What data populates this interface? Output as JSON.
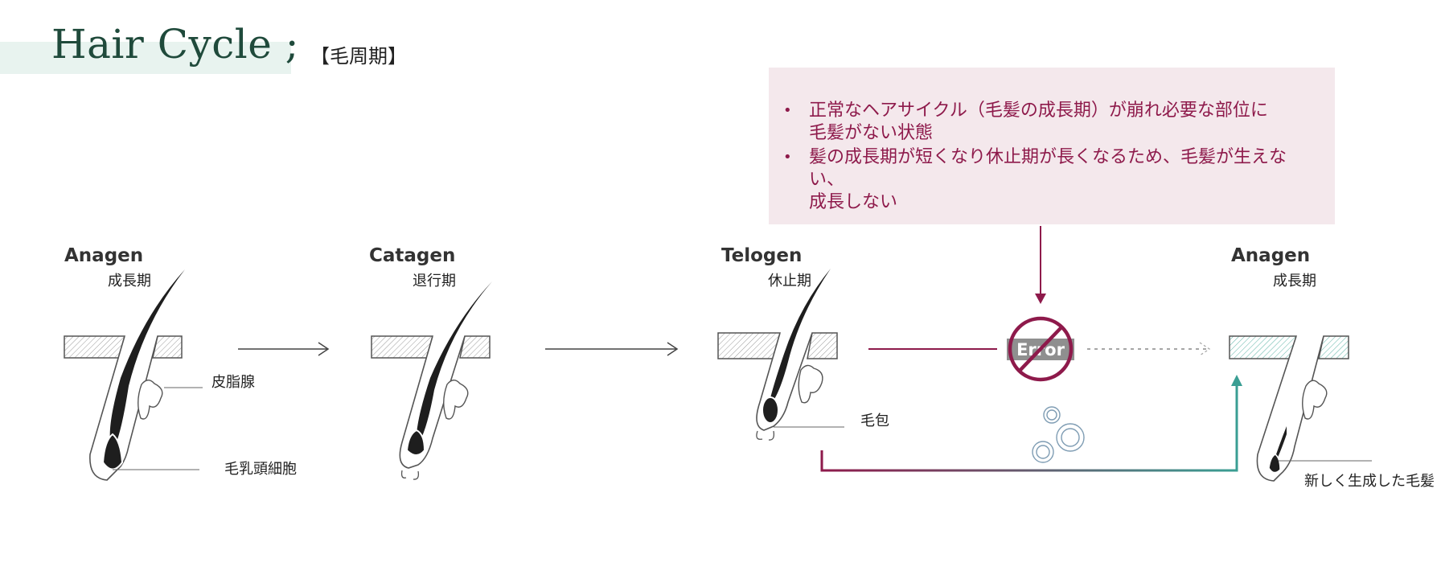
{
  "header": {
    "title": "Hair Cycle ;",
    "subtitle": "【毛周期】"
  },
  "note": {
    "bullets": [
      "正常なヘアサイクル（毛髪の成長期）が崩れ必要な部位に毛髪がない状態",
      "髪の成長期が短くなり休止期が長くなるため、毛髪が生えない、成長しない"
    ],
    "line1a": "正常なヘアサイクル（毛髪の成長期）が崩れ必要な部位に",
    "line1b": "毛髪がない状態",
    "line2a": "髪の成長期が短くなり休止期が長くなるため、毛髪が生えない、",
    "line2b": "成長しない"
  },
  "stages": [
    {
      "en": "Anagen",
      "jp": "成長期"
    },
    {
      "en": "Catagen",
      "jp": "退行期"
    },
    {
      "en": "Telogen",
      "jp": "休止期"
    },
    {
      "en": "Anagen",
      "jp": "成長期"
    }
  ],
  "callouts": {
    "sebaceous_gland": "皮脂腺",
    "dermal_papilla": "毛乳頭細胞",
    "follicle": "毛包",
    "new_hair": "新しく生成した毛髪"
  },
  "error_label": "Error",
  "colors": {
    "title": "#1f4a3b",
    "title_band": "#e8f3ef",
    "accent_red": "#8e1a4b",
    "accent_teal": "#3a9e93",
    "note_bg": "#f4e8ec"
  }
}
